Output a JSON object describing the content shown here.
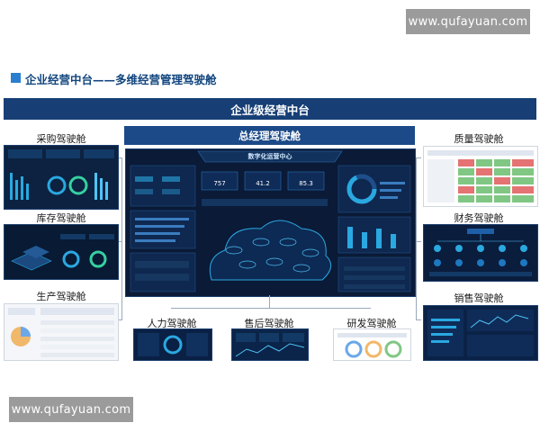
{
  "watermark_top": "www.qufayuan.com",
  "watermark_bottom": "www.qufayuan.com",
  "slide_title": "企业经营中台——多维经营管理驾驶舱",
  "banner": "企业级经营中台",
  "center": {
    "label": "总经理驾驶舱",
    "screen_title": "数字化运营中心"
  },
  "left_cockpits": [
    "采购驾驶舱",
    "库存驾驶舱",
    "生产驾驶舱"
  ],
  "right_cockpits": [
    "质量驾驶舱",
    "财务驾驶舱",
    "销售驾驶舱"
  ],
  "bottom_cockpits": [
    "人力驾驶舱",
    "售后驾驶舱",
    "研发驾驶舱"
  ],
  "colors": {
    "banner_bg": "#173f76",
    "title_text": "#12467f",
    "dark_screen": "#0b1d3c",
    "accent": "#2aa8e0"
  }
}
